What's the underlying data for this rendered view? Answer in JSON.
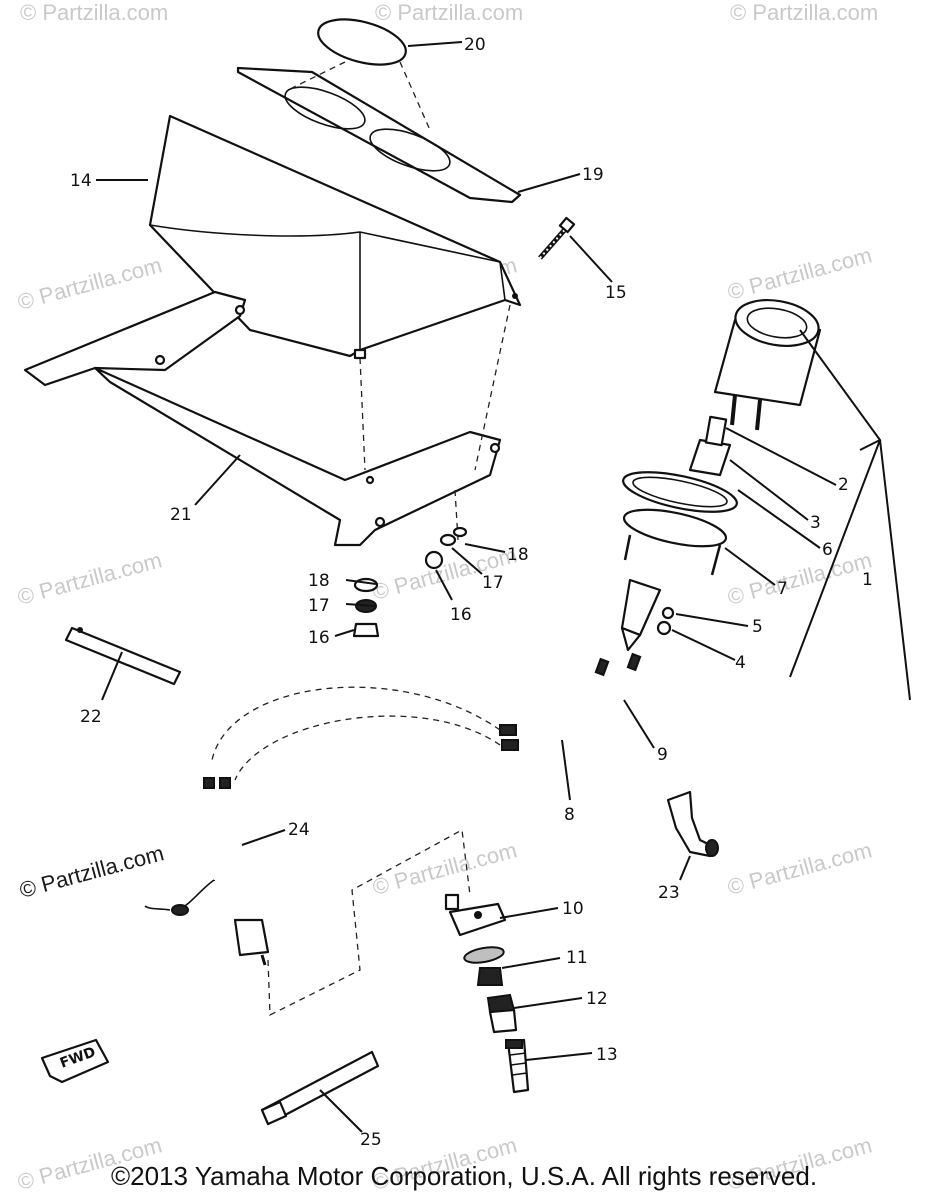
{
  "copyright": "©2013 Yamaha Motor Corporation, U.S.A. All rights reserved.",
  "watermark_text": "© Partzilla.com",
  "fwd_label": "FWD",
  "callouts": [
    "1",
    "2",
    "3",
    "4",
    "5",
    "6",
    "7",
    "8",
    "9",
    "10",
    "11",
    "12",
    "13",
    "14",
    "15",
    "16",
    "17",
    "18",
    "19",
    "20",
    "21",
    "22",
    "23",
    "24",
    "25"
  ],
  "repeat_callouts": {
    "16": "16",
    "17": "17",
    "18": "18"
  }
}
